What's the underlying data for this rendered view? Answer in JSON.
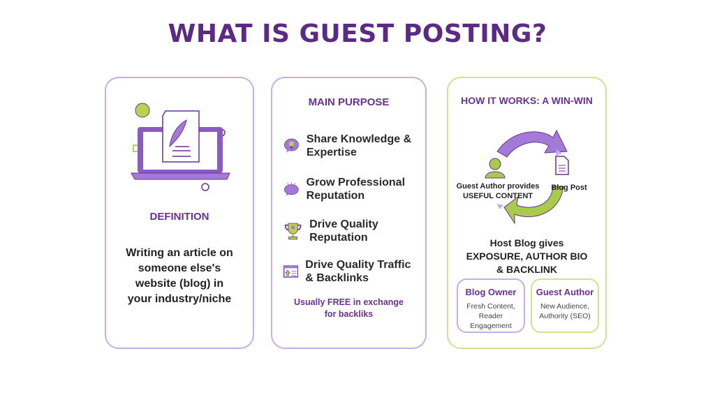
{
  "title": "WHAT IS GUEST POSTING?",
  "definition": {
    "heading": "DEFINITION",
    "text": "Writing an article on someone else's website (blog) in your industry/niche"
  },
  "purpose": {
    "heading": "MAIN PURPOSE",
    "items": [
      {
        "icon": "lightbulb-speech-icon",
        "label": "Share Knowledge & Expertise"
      },
      {
        "icon": "speech-bubble-icon",
        "label": "Grow Professional Reputation"
      },
      {
        "icon": "trophy-icon",
        "label": "Drive Quality Reputation"
      },
      {
        "icon": "browser-upload-icon",
        "label": "Drive Quality Traffic & Backlinks"
      }
    ],
    "note": "Usually FREE in exchange for backliks"
  },
  "how": {
    "heading": "HOW IT WORKS: A WIN-WIN",
    "author": "Guest Author provides USEFUL CONTENT",
    "post": "Blog Post",
    "host": "Host Blog gives EXPOSURE, AUTHOR BIO & BACKLINK",
    "boxes": [
      {
        "title": "Blog Owner",
        "text": "Fresh Content, Reader Engagement"
      },
      {
        "title": "Guest Author",
        "text": "New Audience, Authority (SEO)"
      }
    ]
  },
  "colors": {
    "purple": "#6b2f99",
    "lavender": "#c7aee6",
    "lime": "#a8cc4a"
  }
}
